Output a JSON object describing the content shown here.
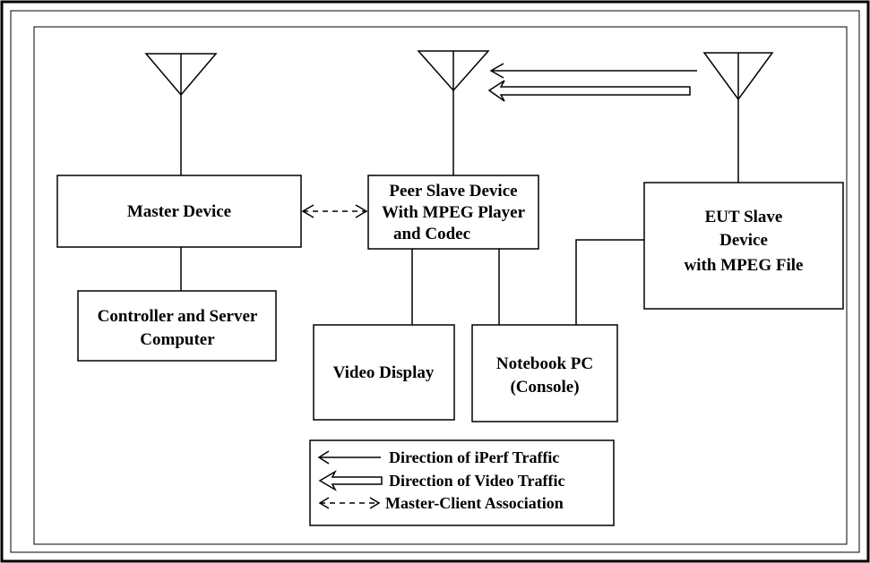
{
  "diagram": {
    "nodes": {
      "master": {
        "lines": [
          "Master Device"
        ]
      },
      "controller": {
        "lines": [
          "Controller and Server",
          "Computer"
        ]
      },
      "peer": {
        "lines": [
          "Peer Slave Device",
          "With MPEG Player",
          "and Codec"
        ]
      },
      "eut": {
        "lines": [
          "EUT Slave",
          "Device",
          "with MPEG File"
        ]
      },
      "video": {
        "lines": [
          "Video Display"
        ]
      },
      "notebook": {
        "lines": [
          "Notebook PC",
          "(Console)"
        ]
      }
    },
    "legend": {
      "iperf": "Direction of iPerf Traffic",
      "video": "Direction of Video Traffic",
      "assoc": "Master-Client Association"
    }
  }
}
